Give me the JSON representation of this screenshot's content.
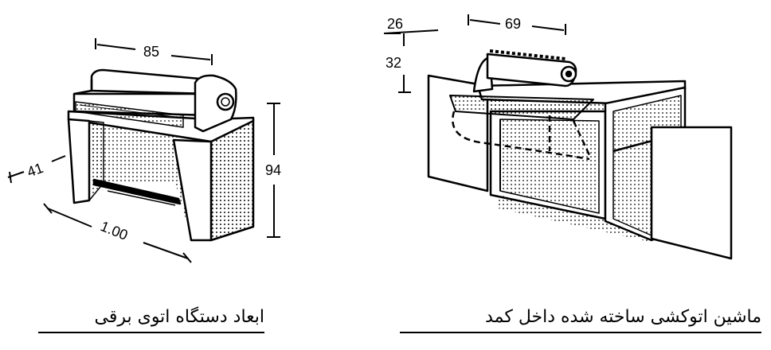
{
  "left_figure": {
    "caption": "ابعاد دستگاه اتوی برقی",
    "dim_width": "85",
    "dim_height": "94",
    "dim_depth": "41",
    "dim_length": "1.00"
  },
  "right_figure": {
    "caption": "ماشین اتوکشی ساخته شده داخل کمد",
    "dim_top": "69",
    "dim_offset": "26",
    "dim_height": "32"
  }
}
